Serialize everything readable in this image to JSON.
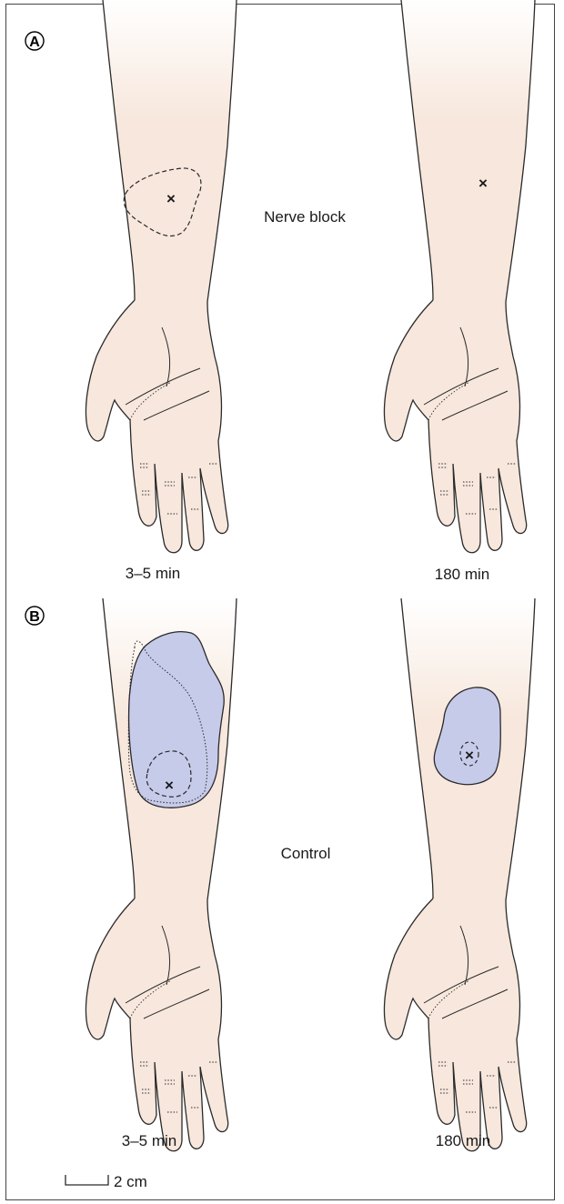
{
  "panels": [
    {
      "letter": "A",
      "label": "Nerve block",
      "times": [
        "3–5 min",
        "180 min"
      ]
    },
    {
      "letter": "B",
      "label": "Control",
      "times": [
        "3–5 min",
        "180 min"
      ]
    }
  ],
  "scale_bar": {
    "label": "2 cm"
  },
  "colors": {
    "skin": "#f7e7dc",
    "skin_fade": "#ffffff",
    "flare": "#c7cbea",
    "outline": "#2a2a2a"
  },
  "marker": "×"
}
